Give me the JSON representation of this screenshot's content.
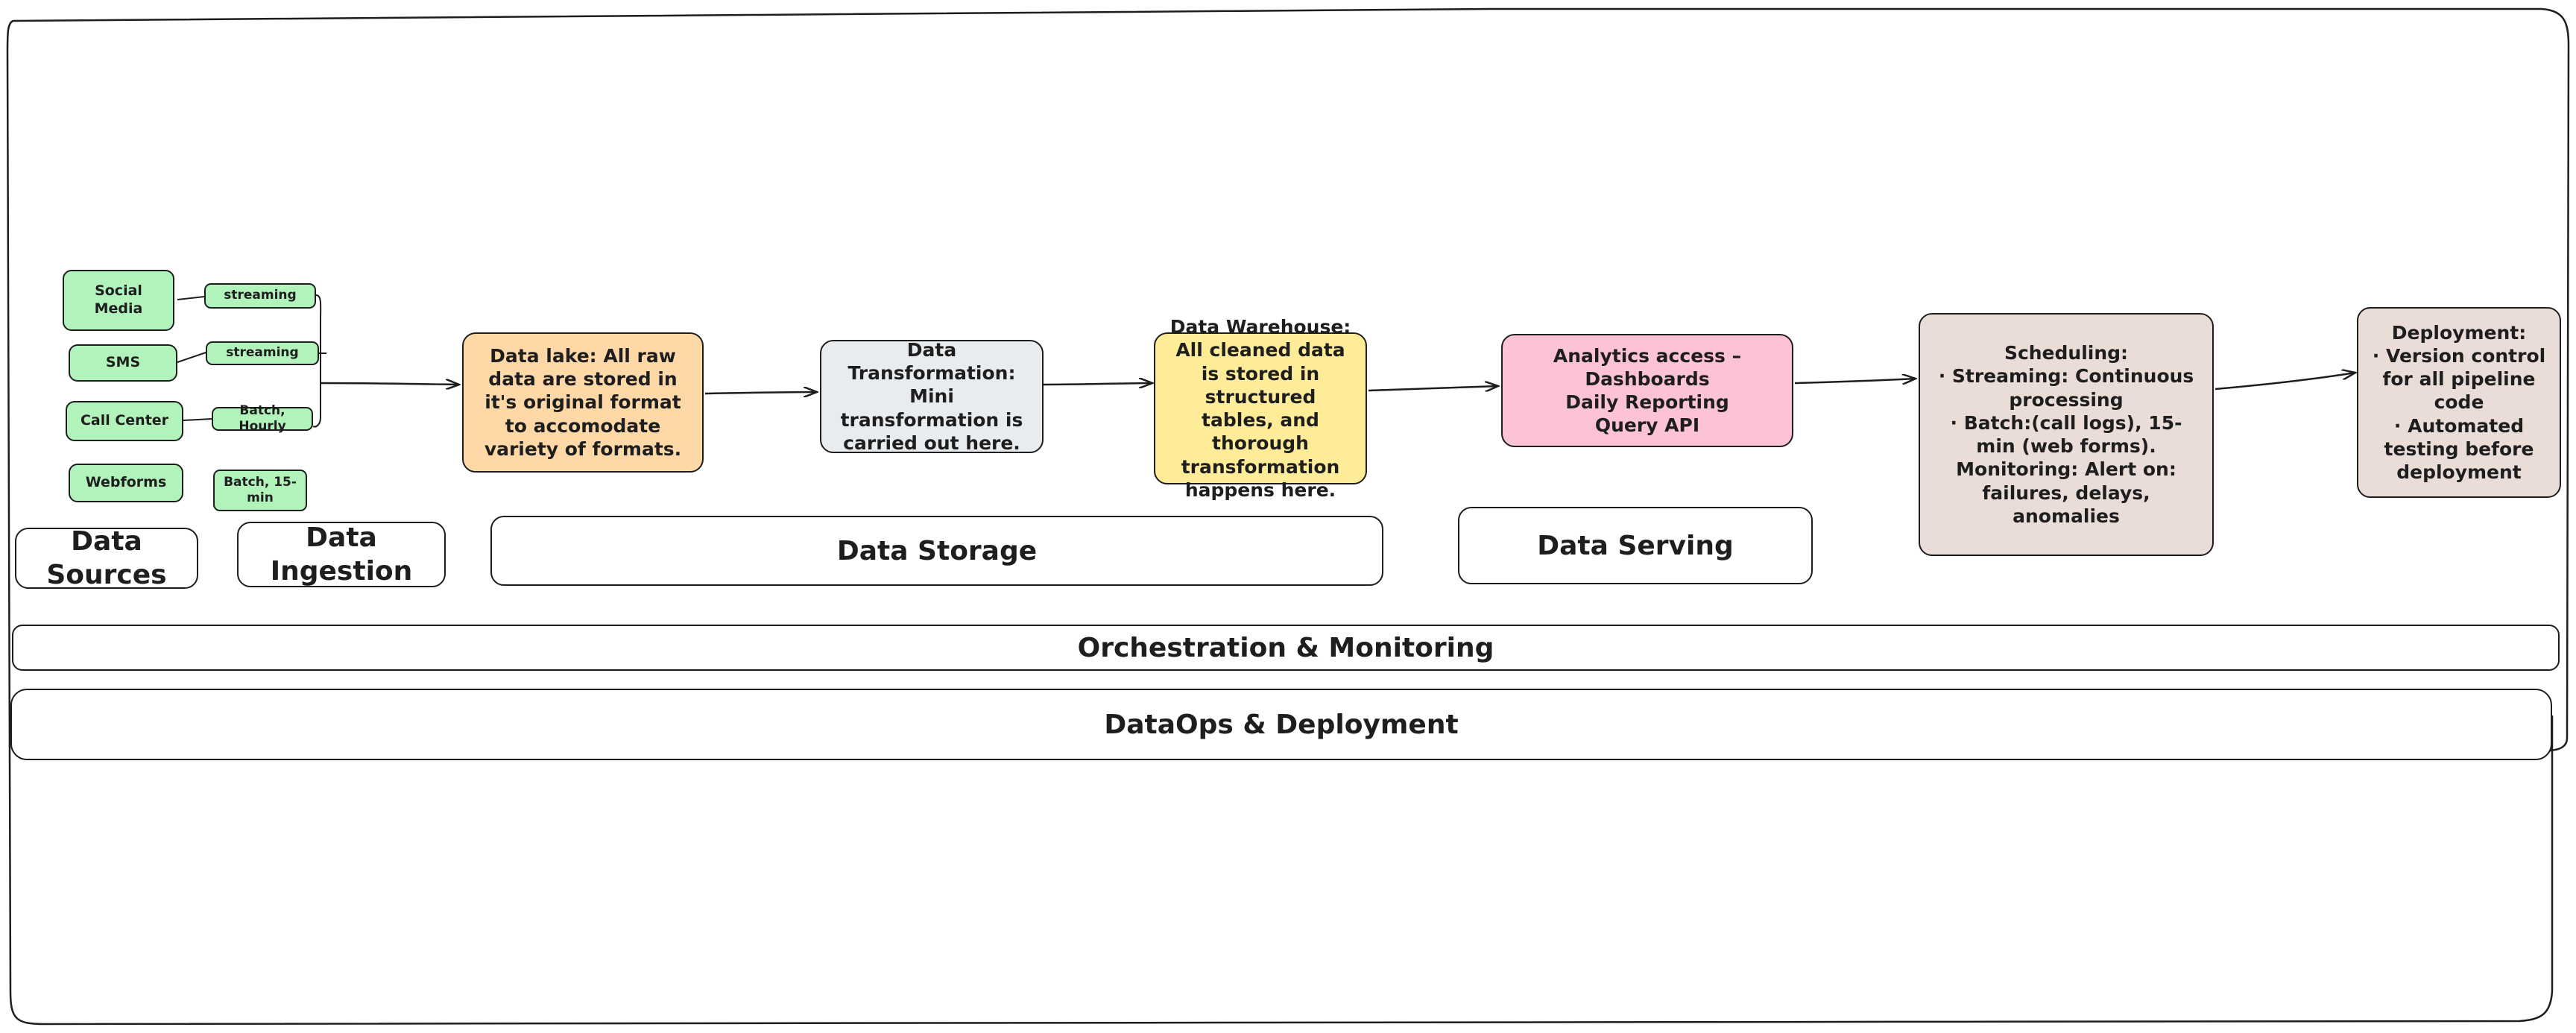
{
  "sources": {
    "items": [
      "Social Media",
      "SMS",
      "Call Center",
      "Webforms"
    ],
    "title": "Data Sources"
  },
  "ingestion": {
    "items": [
      "streaming",
      "streaming",
      "Batch,  Hourly",
      "Batch, 15-\nmin"
    ],
    "title": "Data Ingestion"
  },
  "storage": {
    "lake": "Data lake: All raw data are stored in it's original format to accomodate variety of formats.",
    "transform": "Data Transformation: Mini transformation is carried out here.",
    "warehouse": "Data Warehouse: All cleaned data is stored in structured tables, and thorough transformation happens here.",
    "title": "Data Storage"
  },
  "serving": {
    "box": "Analytics access – Dashboards\nDaily Reporting\nQuery API",
    "title": "Data Serving"
  },
  "orchestration": {
    "box": "Scheduling:\n· Streaming: Continuous processing\n· Batch:(call logs), 15-min (web forms).\nMonitoring: Alert on: failures, delays, anomalies",
    "title": "Orchestration & Monitoring"
  },
  "deployment": {
    "box": "Deployment:\n· Version control for all pipeline code\n· Automated testing before deployment",
    "title": "DataOps & Deployment"
  },
  "colors": {
    "green": "#b2f2bb",
    "orange": "#ffd8a8",
    "grey": "#e9ecef",
    "yellow": "#ffec99",
    "pink": "#fcc2d7",
    "tan": "#eaddd7",
    "stroke": "#1e1e1e"
  }
}
